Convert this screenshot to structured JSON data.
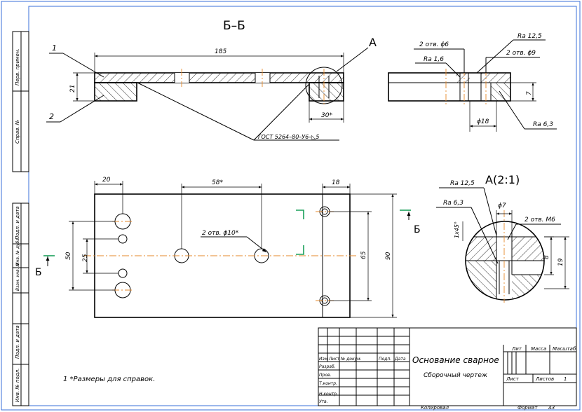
{
  "views": {
    "section_label": "Б–Б",
    "detail_ref": "А",
    "detail_label": "А(2:1)",
    "cut_mark": "Б"
  },
  "parts": {
    "p1": "1",
    "p2": "2"
  },
  "weld_note": "ГОСТ 5264–80–У6–◺5",
  "dims": {
    "len185": "185",
    "h21": "21",
    "d30": "30*",
    "holes6": "2 отв. ϕ6",
    "ra125a": "Ra 12,5",
    "holes9": "2 отв. ϕ9",
    "ra16": "Ra 1,6",
    "d7side": "7",
    "d18": "ϕ18",
    "ra63a": "Ra 6,3",
    "d20": "20",
    "d58": "58*",
    "d18top": "18",
    "holes10": "2 отв. ϕ10*",
    "d50": "50",
    "d25": "25",
    "d65": "65",
    "d90": "90",
    "ra125b": "Ra 12,5",
    "ra63b": "Ra 6,3",
    "d7det": "ϕ7",
    "holesM6": "2 отв. М6",
    "chamfer": "1х45°",
    "d8": "8",
    "d19": "19"
  },
  "note": "1 *Размеры для справок.",
  "side_strip": [
    "Перв. примен.",
    "Справ. №",
    "Подп. и дата",
    "Инв. № дубл.",
    "Взам. инв. №",
    "Подп. и дата",
    "Инв. № подл."
  ],
  "title_block": {
    "name": "Основание сварное",
    "doc_type": "Сборочный чертеж",
    "col_izm": "Изм",
    "col_list": "Лист",
    "col_doc": "№ докум.",
    "col_sign": "Подп.",
    "col_date": "Дата",
    "r_razrab": "Разраб.",
    "r_prov": "Пров.",
    "r_tkontr": "Т.контр.",
    "r_nkontr": "Н.контр.",
    "r_utv": "Утв.",
    "lit": "Лит",
    "massa": "Масса",
    "masshtab": "Масштаб",
    "list": "Лист",
    "listov": "Листов",
    "listov_val": "1",
    "kopiroval": "Копировал",
    "format": "Формат",
    "format_val": "А3"
  }
}
